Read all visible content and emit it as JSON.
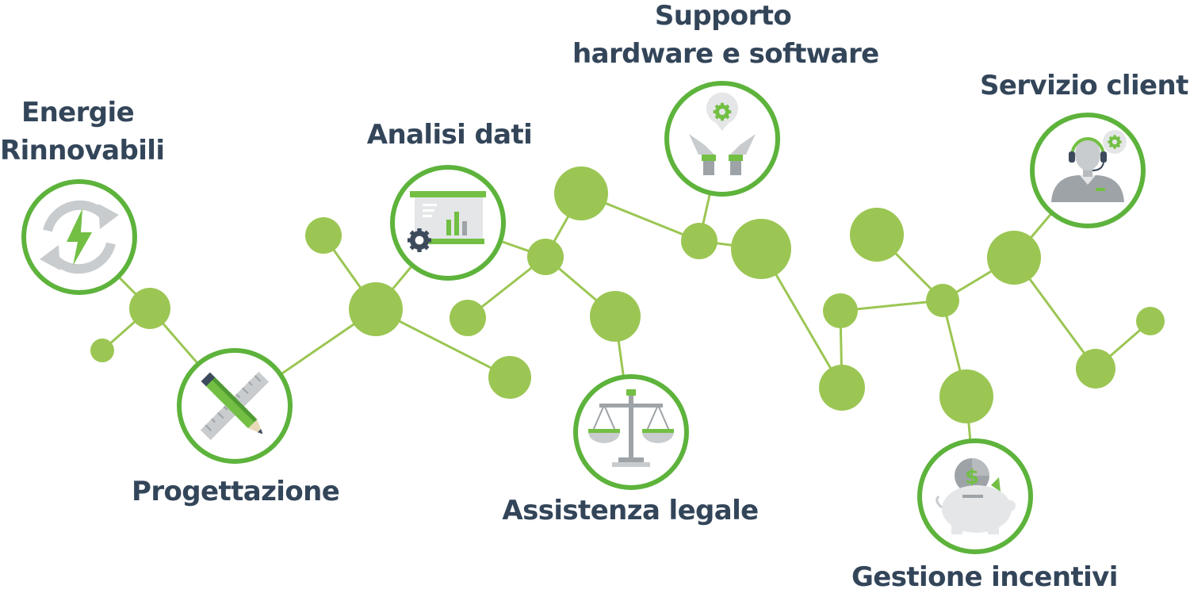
{
  "colors": {
    "node": "#9bc653",
    "ring": "#5db33b",
    "edge": "#9bc653",
    "label": "#334559",
    "icon_grey": "#c9ccce",
    "icon_dark": "#3c4a5c",
    "icon_green": "#72bf44"
  },
  "services": [
    {
      "id": "energie",
      "lines": [
        "Energie",
        "Rinnovabili"
      ],
      "icon": "renewable-energy-icon"
    },
    {
      "id": "progettazione",
      "lines": [
        "Progettazione"
      ],
      "icon": "pencil-ruler-icon"
    },
    {
      "id": "analisi",
      "lines": [
        "Analisi dati"
      ],
      "icon": "presentation-chart-icon"
    },
    {
      "id": "legale",
      "lines": [
        "Assistenza legale"
      ],
      "icon": "scales-icon"
    },
    {
      "id": "supporto",
      "lines": [
        "Supporto",
        "hardware e software"
      ],
      "icon": "hands-gear-icon"
    },
    {
      "id": "incentivi",
      "lines": [
        "Gestione incentivi"
      ],
      "icon": "piggy-bank-icon"
    },
    {
      "id": "clienti",
      "lines": [
        "Servizio clienti"
      ],
      "icon": "headset-agent-icon"
    }
  ]
}
